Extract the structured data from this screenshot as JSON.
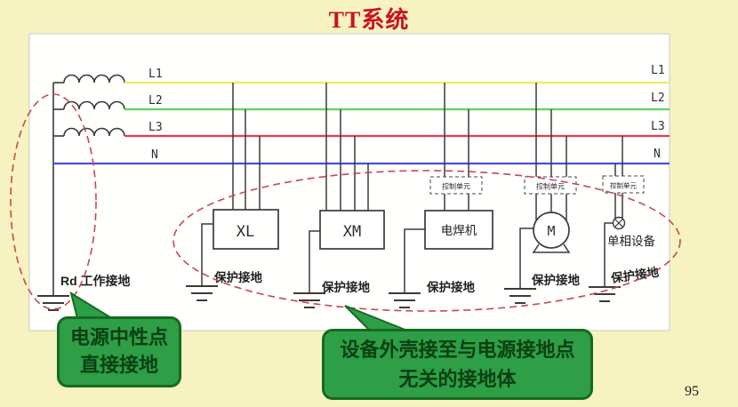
{
  "title": "TT系统",
  "page_number": "95",
  "phase_labels": {
    "l1": "L1",
    "l2": "L2",
    "l3": "L3",
    "n": "N"
  },
  "device_labels": {
    "xl": "XL",
    "xm": "XM",
    "welder": "电焊机",
    "motor": "M",
    "single_phase": "单相设备"
  },
  "annotations": {
    "control_unit": "控制单元",
    "protective_ground": "保护接地",
    "working_ground": "Rd 工作接地",
    "callout_neutral_line1": "电源中性点",
    "callout_neutral_line2": "直接接地",
    "callout_shell_line1": "设备外壳接至与电源接地点",
    "callout_shell_line2": "无关的接地体"
  },
  "colors": {
    "background": "#f6f3c0",
    "panel": "#ffffff",
    "title_red": "#cd1023",
    "line_l1_yellow": "#ecec62",
    "line_l2_green": "#5ed45e",
    "line_l3_red": "#e23b50",
    "line_n_blue": "#4c4cd8",
    "dashed_ellipse_red": "#c94556",
    "callout_fill_green": "#2e9e47",
    "callout_border_green": "#156b20",
    "callout_text_green": "#0a4012",
    "diagram_stroke": "#3a3a3a"
  }
}
